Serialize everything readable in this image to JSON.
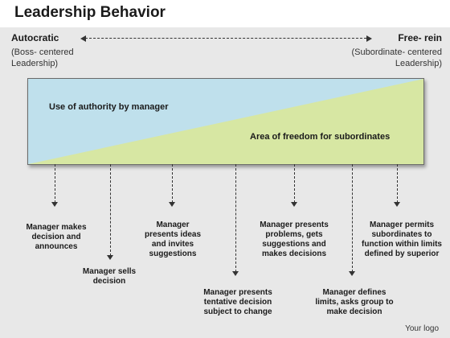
{
  "title": "Leadership Behavior",
  "left_end": {
    "label": "Autocratic",
    "sub1": "(Boss- centered",
    "sub2": "Leadership)"
  },
  "right_end": {
    "label": "Free- rein",
    "sub1": "(Subordinate- centered",
    "sub2": "Leadership)"
  },
  "panel": {
    "upper_text": "Use of authority by manager",
    "lower_text": "Area of freedom for subordinates",
    "upper_color": "#bfe0ec",
    "lower_color": "#d7e7a3"
  },
  "steps": [
    {
      "l1": "Manager makes",
      "l2": "decision and",
      "l3": "announces",
      "l4": ""
    },
    {
      "l1": "Manager sells",
      "l2": "decision",
      "l3": "",
      "l4": ""
    },
    {
      "l1": "Manager",
      "l2": "presents ideas",
      "l3": "and invites",
      "l4": "suggestions"
    },
    {
      "l1": "Manager presents",
      "l2": "tentative decision",
      "l3": "subject to change",
      "l4": ""
    },
    {
      "l1": "Manager presents",
      "l2": "problems, gets",
      "l3": "suggestions and",
      "l4": "makes decisions"
    },
    {
      "l1": "Manager defines",
      "l2": "limits, asks group to",
      "l3": "make decision",
      "l4": ""
    },
    {
      "l1": "Manager permits",
      "l2": "subordinates to",
      "l3": "function within limits",
      "l4": "defined by superior"
    }
  ],
  "logo": "Your logo"
}
